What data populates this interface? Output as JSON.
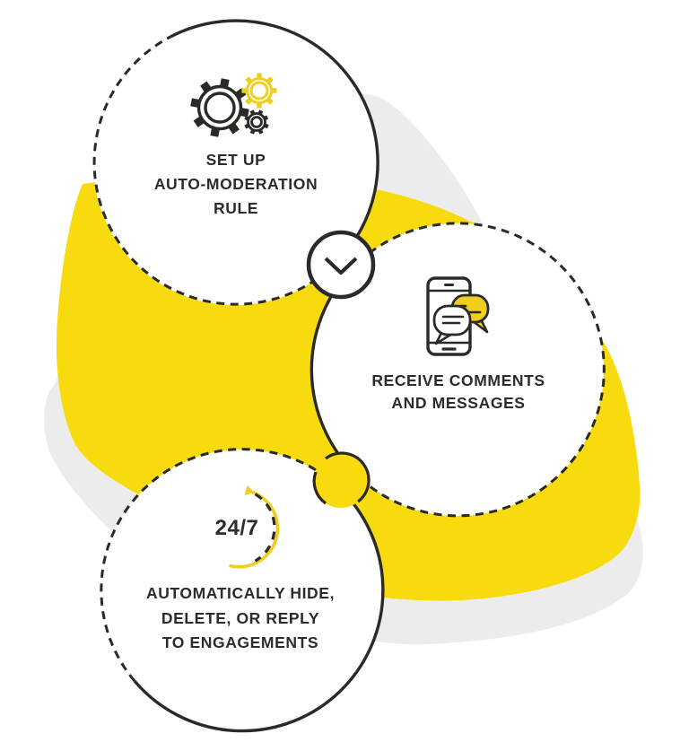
{
  "diagram": {
    "title": "auto-moderation process diagram",
    "colors": {
      "blob_yellow": "#F7DB0E",
      "accent_yellow": "#EFCE1F",
      "blob_gray": "#ECECEC",
      "dark": "#2B2A27",
      "text": "#2D2C29"
    },
    "steps": [
      {
        "icon": "gears-icon",
        "label_lines": [
          "SET UP",
          "AUTO-MODERATION",
          "RULE"
        ]
      },
      {
        "icon": "phone-chat-icon",
        "label_lines": [
          "RECEIVE COMMENTS",
          "AND MESSAGES"
        ]
      },
      {
        "icon": "cycle-24-7-icon",
        "badge": "24/7",
        "label_lines": [
          "AUTOMATICALLY HIDE,",
          "DELETE, OR REPLY",
          "TO ENGAGEMENTS"
        ]
      }
    ],
    "connectors": [
      {
        "type": "chevron-down"
      },
      {
        "type": "dot"
      }
    ]
  }
}
